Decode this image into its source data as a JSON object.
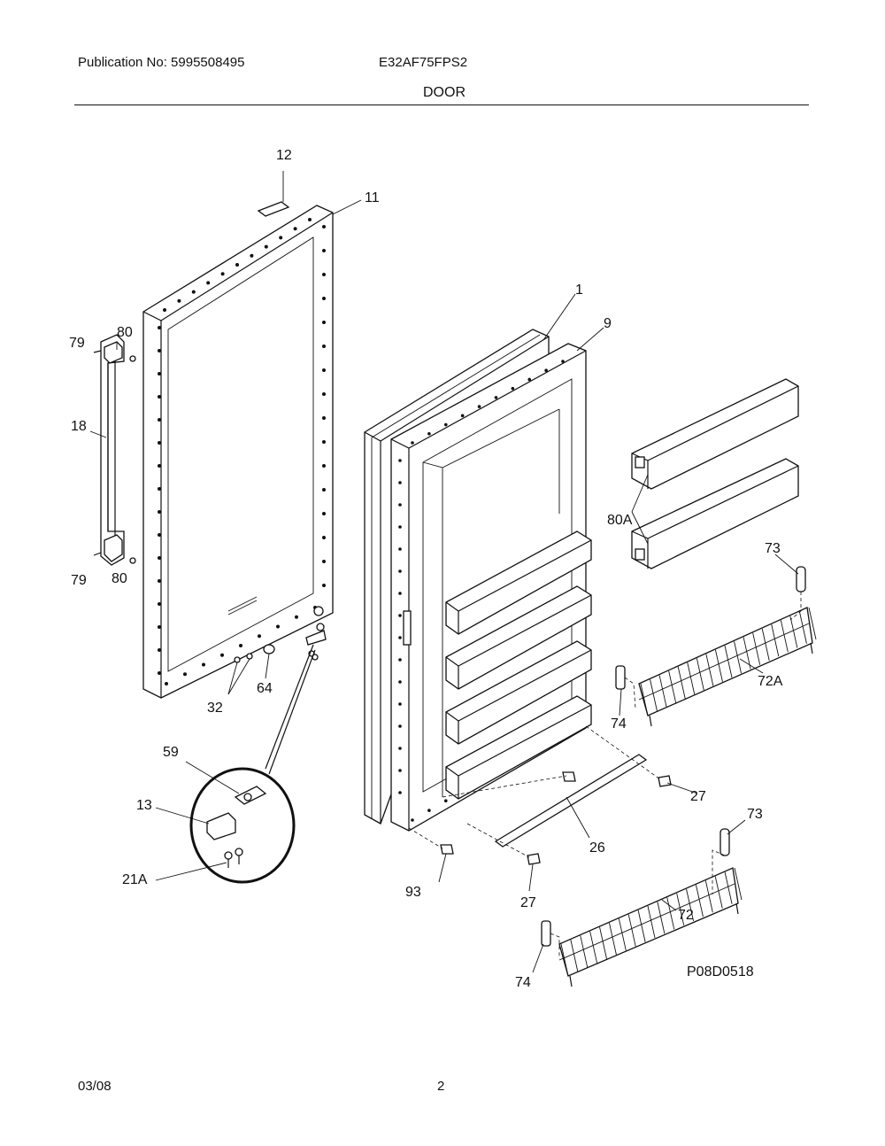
{
  "header": {
    "publication": "Publication No: 5995508495",
    "model": "E32AF75FPS2",
    "section_title": "DOOR"
  },
  "footer": {
    "date": "03/08",
    "page": "2"
  },
  "drawing_code": "P08D0518",
  "callouts": {
    "c12": "12",
    "c11": "11",
    "c1": "1",
    "c9": "9",
    "c79a": "79",
    "c80a": "80",
    "c18": "18",
    "c79b": "79",
    "c80b": "80",
    "c80A": "80A",
    "c73a": "73",
    "c72A": "72A",
    "c74a": "74",
    "c27a": "27",
    "c26": "26",
    "c93": "93",
    "c27b": "27",
    "c73b": "73",
    "c72": "72",
    "c74b": "74",
    "c32": "32",
    "c64": "64",
    "c59": "59",
    "c13": "13",
    "c21A": "21A"
  }
}
